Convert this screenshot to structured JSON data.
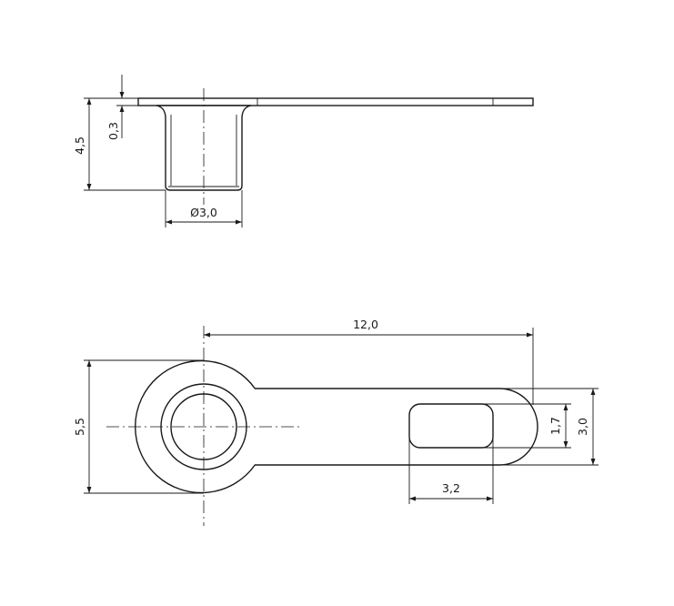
{
  "colors": {
    "line": "#1a1a1a",
    "background": "#ffffff"
  },
  "side_view": {
    "dim_height": "4,5",
    "dim_thickness": "0,3",
    "dim_diameter": "Ø3,0"
  },
  "top_view": {
    "dim_length": "12,0",
    "dim_width": "5,5",
    "dim_slot_width": "1,7",
    "dim_tail_width": "3,0",
    "dim_slot_length": "3,2"
  }
}
